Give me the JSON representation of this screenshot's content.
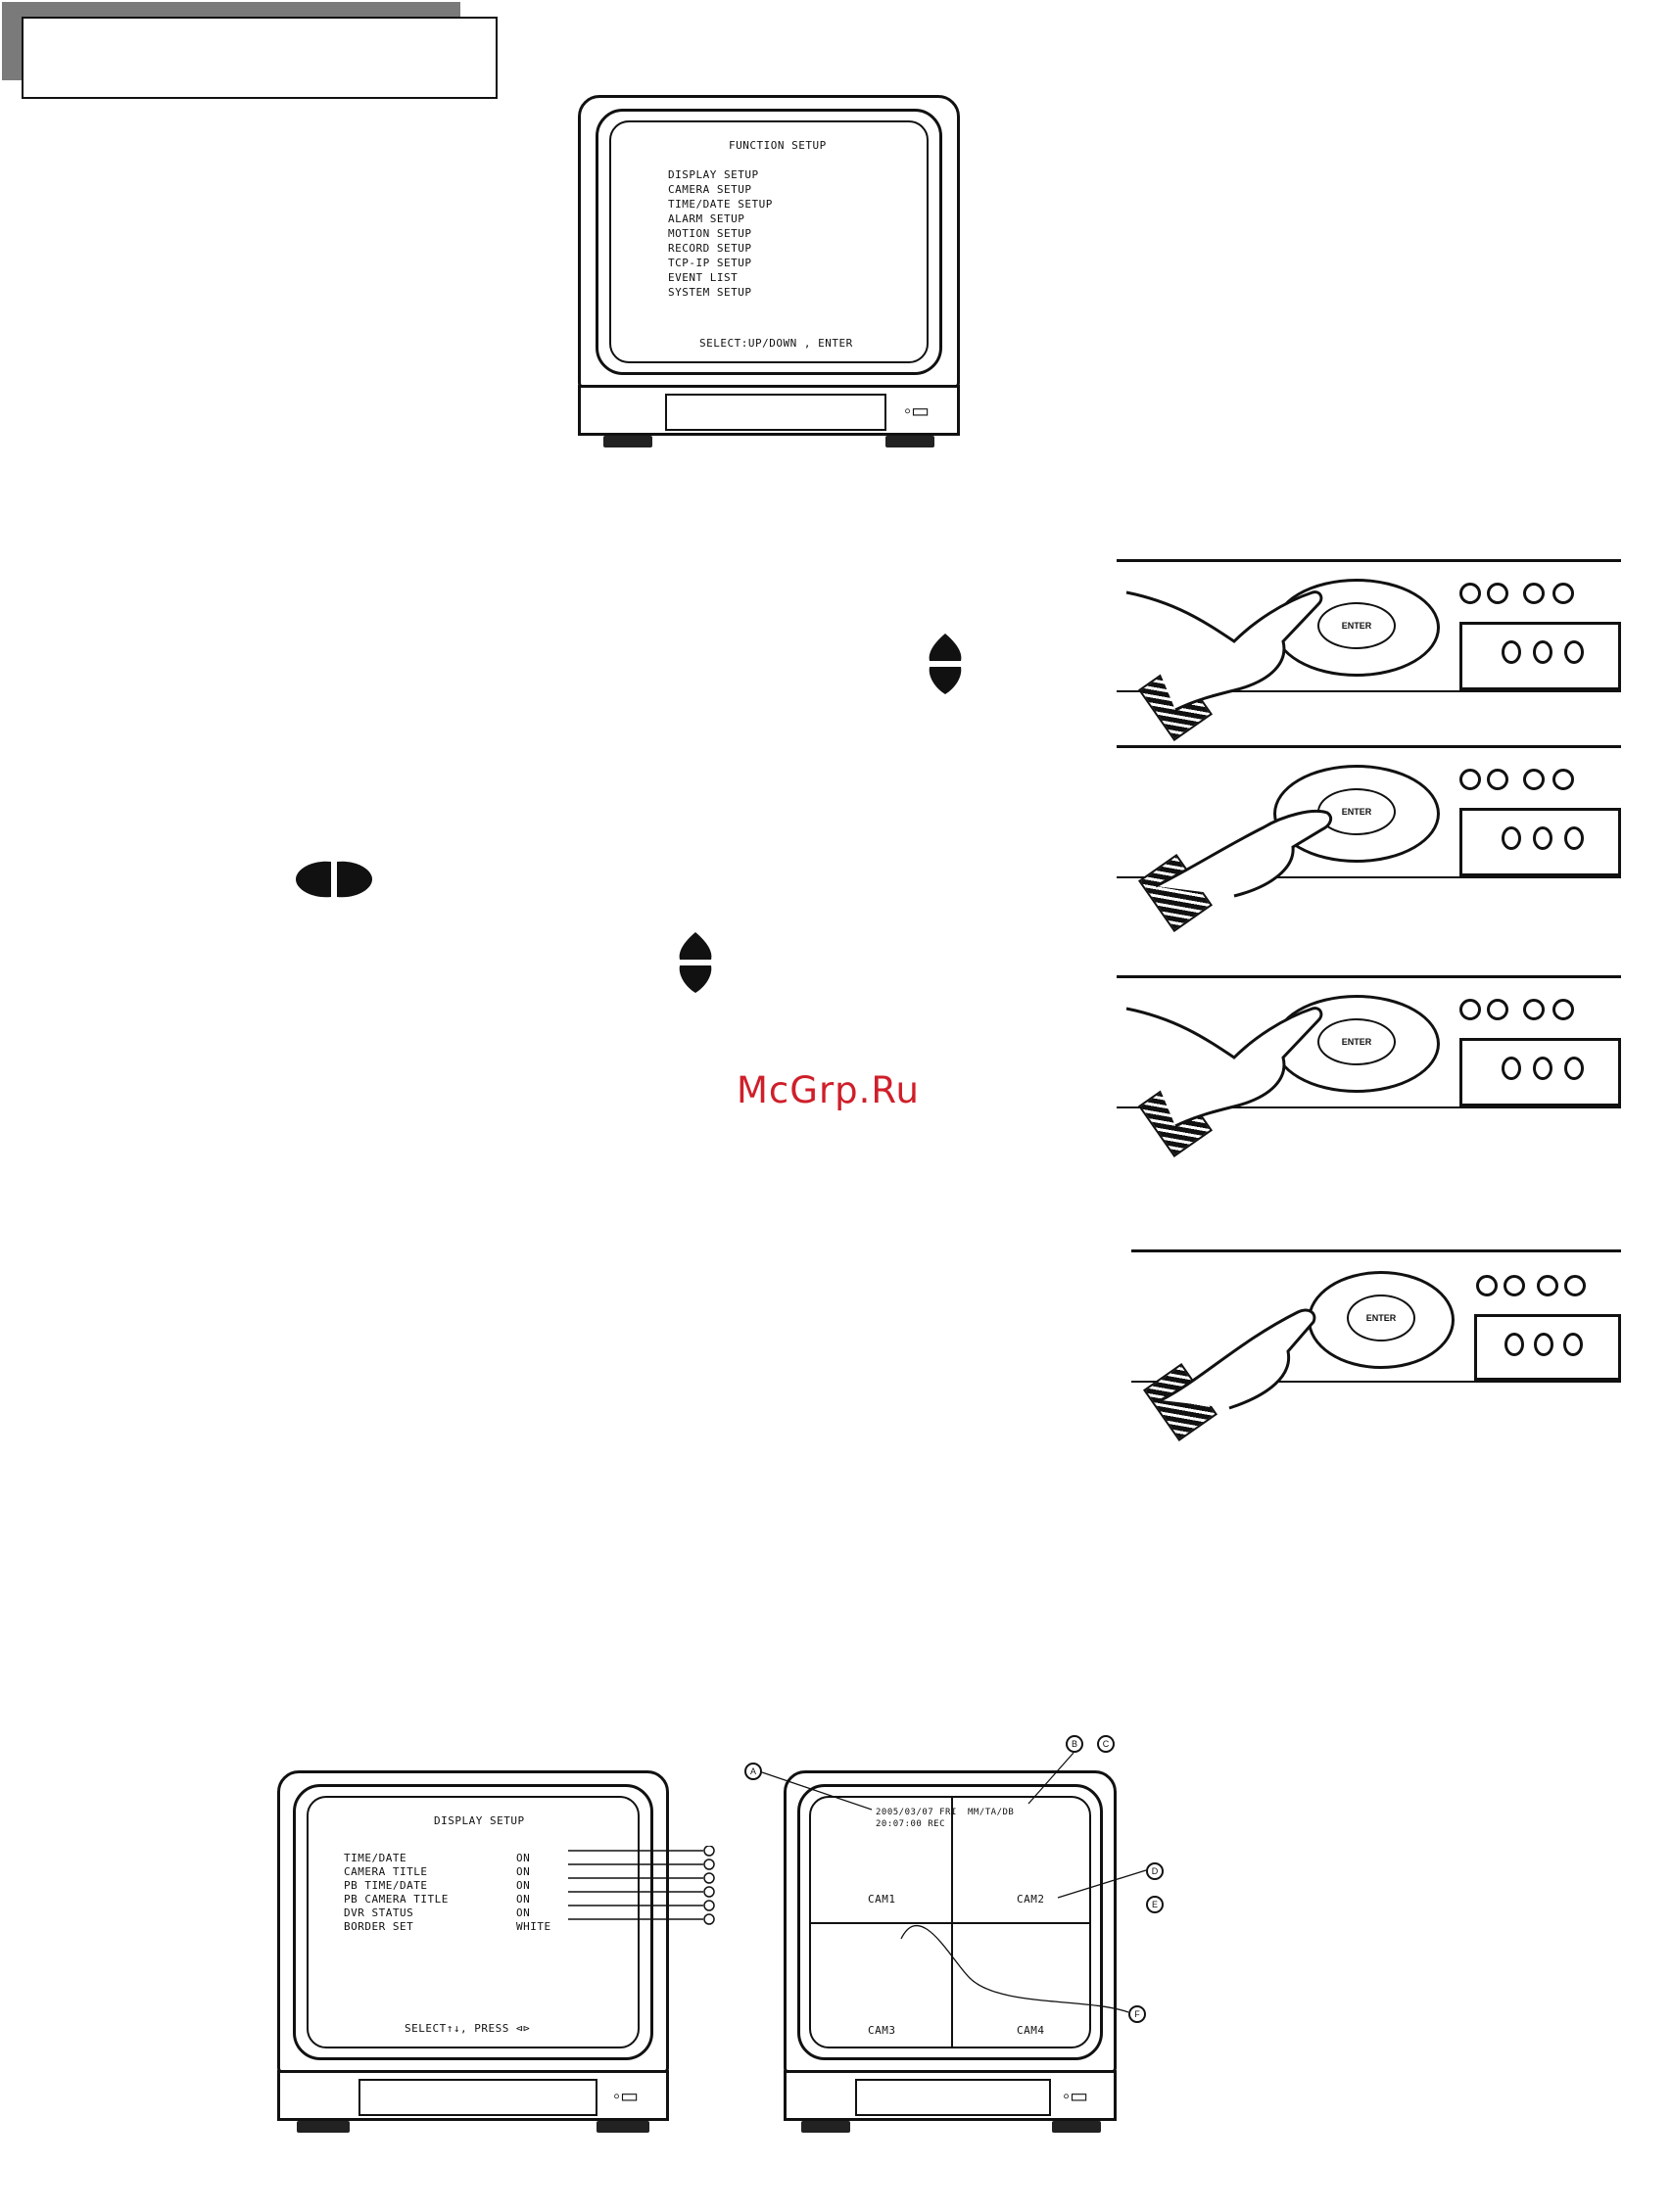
{
  "figures": {
    "main_menu": {
      "title": "FUNCTION SETUP",
      "items": [
        "DISPLAY SETUP",
        "CAMERA SETUP",
        "TIME/DATE SETUP",
        "ALARM SETUP",
        "MOTION SETUP",
        "RECORD SETUP",
        "TCP-IP SETUP",
        "EVENT LIST",
        "SYSTEM SETUP"
      ],
      "hint": "SELECT:UP/DOWN , ENTER"
    },
    "display_setup": {
      "title": "DISPLAY SETUP",
      "rows": [
        {
          "label": "TIME/DATE",
          "value": "ON"
        },
        {
          "label": "CAMERA TITLE",
          "value": "ON"
        },
        {
          "label": "PB TIME/DATE",
          "value": "ON"
        },
        {
          "label": "PB CAMERA TITLE",
          "value": "ON"
        },
        {
          "label": "DVR STATUS",
          "value": "ON"
        },
        {
          "label": "BORDER SET",
          "value": "WHITE"
        }
      ],
      "hint": "SELECT↑↓, PRESS ⊲⊳"
    },
    "quad_view": {
      "date_line": "2005/03/07 FRI",
      "time_line": "20:07:00 REC",
      "status": "MM/TA/DB",
      "cams": [
        "CAM1",
        "CAM2",
        "CAM3",
        "CAM4"
      ],
      "callouts": [
        "A",
        "B",
        "C",
        "D",
        "E",
        "F"
      ]
    },
    "dvr_panel": {
      "enter_label": "ENTER"
    }
  },
  "watermark": "McGrp.Ru",
  "icons": [
    "up-down-arrow-icon",
    "left-right-arrow-icon",
    "up-down-arrow-icon"
  ]
}
